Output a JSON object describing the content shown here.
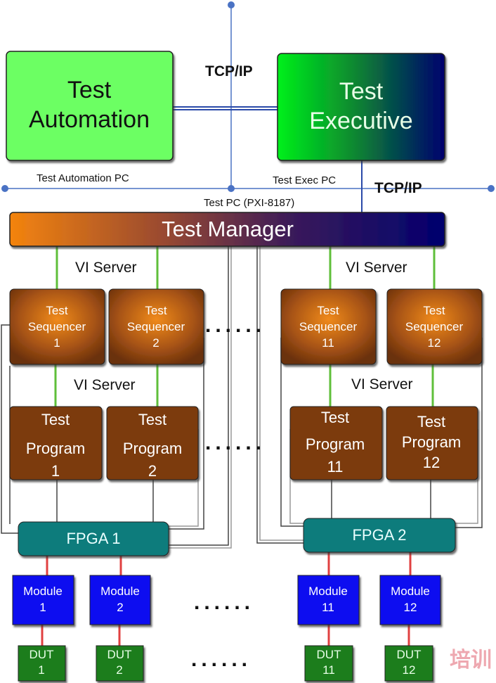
{
  "top": {
    "automation_box": [
      "Test",
      "Automation"
    ],
    "executive_box": [
      "Test",
      "Executive"
    ],
    "tcpip_top": "TCP/IP",
    "tcpip_right": "TCP/IP",
    "automation_pc": "Test Automation PC",
    "exec_pc": "Test Exec PC",
    "test_pc": "Test PC (PXI-8187)"
  },
  "manager": {
    "label": "Test Manager"
  },
  "vi_server": "VI Server",
  "ellipsis": "......",
  "sequencers": [
    {
      "line1": "Test",
      "line2": "Sequencer",
      "num": "1"
    },
    {
      "line1": "Test",
      "line2": "Sequencer",
      "num": "2"
    },
    {
      "line1": "Test",
      "line2": "Sequencer",
      "num": "11"
    },
    {
      "line1": "Test",
      "line2": "Sequencer",
      "num": "12"
    }
  ],
  "programs": [
    {
      "line1": "Test",
      "line2": "Program",
      "num": "1"
    },
    {
      "line1": "Test",
      "line2": "Program",
      "num": "2"
    },
    {
      "line1": "Test",
      "line2": "Program",
      "num": "11"
    },
    {
      "line1": "Test",
      "line2": "Program",
      "num": "12"
    }
  ],
  "fpgas": [
    "FPGA 1",
    "FPGA 2"
  ],
  "modules": [
    {
      "line1": "Module",
      "num": "1"
    },
    {
      "line1": "Module",
      "num": "2"
    },
    {
      "line1": "Module",
      "num": "11"
    },
    {
      "line1": "Module",
      "num": "12"
    }
  ],
  "duts": [
    {
      "line1": "DUT",
      "num": "1"
    },
    {
      "line1": "DUT",
      "num": "2"
    },
    {
      "line1": "DUT",
      "num": "11"
    },
    {
      "line1": "DUT",
      "num": "12"
    }
  ],
  "colors": {
    "automation": "#6cff63",
    "executive_start": "#00e81a",
    "executive_end": "#00006e",
    "manager_start": "#f4840e",
    "manager_end": "#00006e",
    "sequencer": "#8a4414",
    "program": "#7c3a0e",
    "fpga": "#117b7b",
    "module": "#0a0af0",
    "dut": "#1d7d1d",
    "vi_link": "#5fbf3a",
    "io_link": "#e04040",
    "network": "#4a72c4"
  },
  "watermark": "培训"
}
